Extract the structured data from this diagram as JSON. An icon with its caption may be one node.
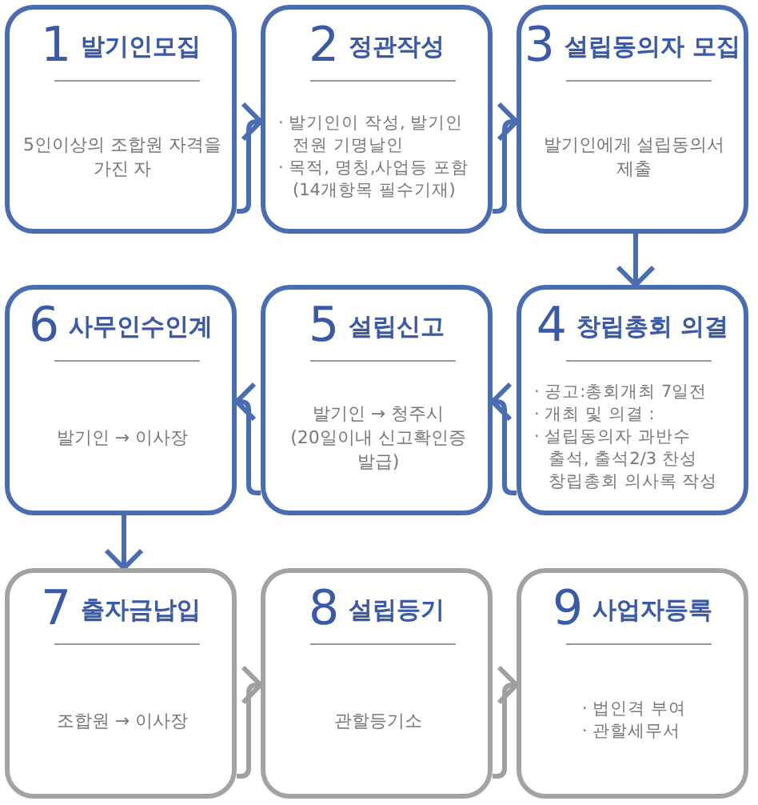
{
  "diagram": {
    "nodes": [
      {
        "text": [
          "1",
          "발기인모집",
          "5인이상의 조합원 자격을 가진 자"
        ]
      },
      {
        "text": [
          "2",
          "정관작성",
          "· 발기인이 작성, 발기인 전원 기명날인",
          "· 목적, 명칭,사업등 포함 (14개항목 필수기재)"
        ]
      },
      {
        "text": [
          "3",
          "설립동의자 모집",
          "발기인에게 설립동의서 제출"
        ]
      },
      {
        "text": [
          "4",
          "창립총회 의결",
          "· 공고:총회개최 7일전",
          "· 개최 및 의결 :",
          "· 설립동의자 과반수 출석, 출석2/3 찬성 창립총회 의사록 작성"
        ]
      },
      {
        "text": [
          "5",
          "설립신고",
          "발기인 → 청주시 (20일이내 신고확인증 발급)"
        ]
      },
      {
        "text": [
          "6",
          "사무인수인계",
          "발기인 → 이사장"
        ]
      },
      {
        "text": [
          "7",
          "출자금납입",
          "조합원 → 이사장"
        ]
      },
      {
        "text": [
          "8",
          "설립등기",
          "관할등기소"
        ]
      },
      {
        "text": [
          "9",
          "사업자등록",
          "· 법인격 부여",
          "· 관할세무서"
        ]
      }
    ],
    "edges": [
      {
        "from": 0,
        "to": 1,
        "arrow": "to"
      },
      {
        "from": 1,
        "to": 2,
        "arrow": "to"
      },
      {
        "from": 2,
        "to": 3,
        "arrow": "to"
      },
      {
        "from": 3,
        "to": 4,
        "arrow": "to"
      },
      {
        "from": 4,
        "to": 5,
        "arrow": "to"
      },
      {
        "from": 5,
        "to": 6,
        "arrow": "to"
      },
      {
        "from": 6,
        "to": 7,
        "arrow": "to",
        "color": "#a0a0a0"
      },
      {
        "from": 7,
        "to": 8,
        "arrow": "to",
        "color": "#a0a0a0"
      }
    ]
  }
}
